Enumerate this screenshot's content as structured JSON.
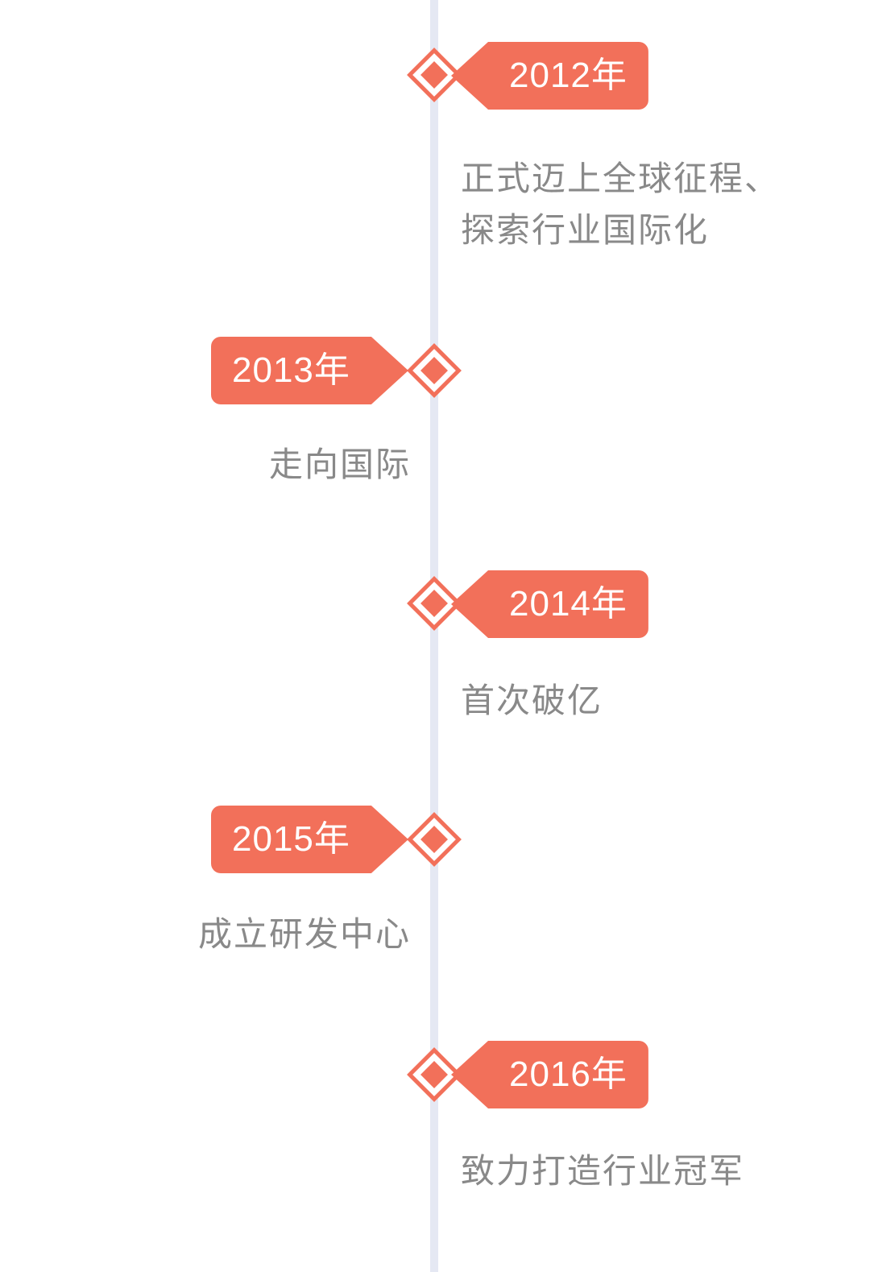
{
  "theme": {
    "accent": "#F2705A",
    "spine_color": "#E5E8F3",
    "text_color": "#898989",
    "background": "#FFFFFF"
  },
  "timeline": {
    "orientation": "vertical",
    "milestones": [
      {
        "year": "2012年",
        "description": "正式迈上全球征程、\n探索行业国际化",
        "side": "right",
        "marker": "diamond-marker"
      },
      {
        "year": "2013年",
        "description": "走向国际",
        "side": "left",
        "marker": "diamond-marker"
      },
      {
        "year": "2014年",
        "description": "首次破亿",
        "side": "right",
        "marker": "diamond-marker"
      },
      {
        "year": "2015年",
        "description": "成立研发中心",
        "side": "left",
        "marker": "diamond-marker"
      },
      {
        "year": "2016年",
        "description": "致力打造行业冠军",
        "side": "right",
        "marker": "diamond-marker"
      }
    ]
  }
}
